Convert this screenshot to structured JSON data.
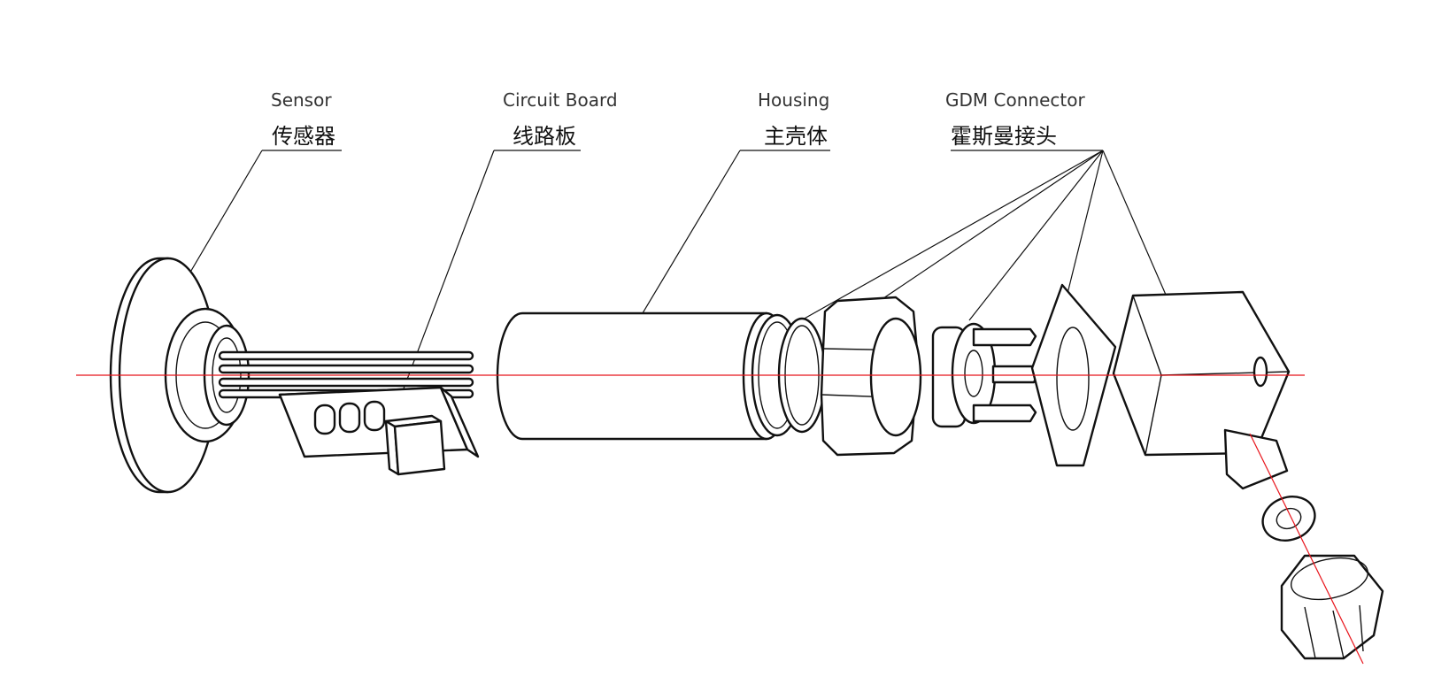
{
  "labels": {
    "sensor": {
      "en": "Sensor",
      "zh": "传感器"
    },
    "circuit_board": {
      "en": "Circuit Board",
      "zh": "线路板"
    },
    "housing": {
      "en": "Housing",
      "zh": "主壳体"
    },
    "gdm_connector": {
      "en": "GDM Connector",
      "zh": "霍斯曼接头"
    }
  },
  "colors": {
    "line": "#111111",
    "axis": "#e8141b",
    "english_text": "#333333"
  }
}
